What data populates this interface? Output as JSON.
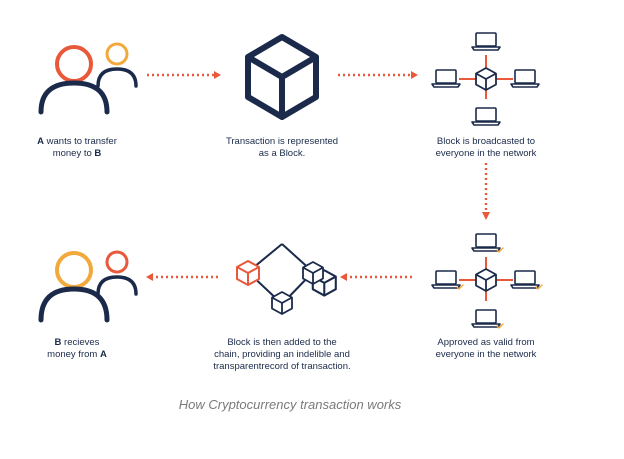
{
  "colors": {
    "navy": "#1b2a4a",
    "orange": "#e8583a",
    "yellow": "#f2a93b",
    "check": "#f2a93b",
    "footer": "#7a7a7a"
  },
  "steps": {
    "step1": {
      "bold_a": "A",
      "text_a": " wants to transfer",
      "text_b": "money to ",
      "bold_b": "B"
    },
    "step2": {
      "line1": "Transaction is represented",
      "line2": "as a Block."
    },
    "step3": {
      "line1": "Block is broadcasted to",
      "line2": "everyone in the network"
    },
    "step4": {
      "line1": "Approved as valid from",
      "line2": "everyone in the network"
    },
    "step5": {
      "line1": "Block is then added to the",
      "line2": "chain, providing an indelible and",
      "line3": "transparentrecord of transaction."
    },
    "step6": {
      "bold_a": "B",
      "text_a": " recieves",
      "text_b": "money from ",
      "bold_b": "A"
    }
  },
  "footer": "How Cryptocurrency transaction works"
}
